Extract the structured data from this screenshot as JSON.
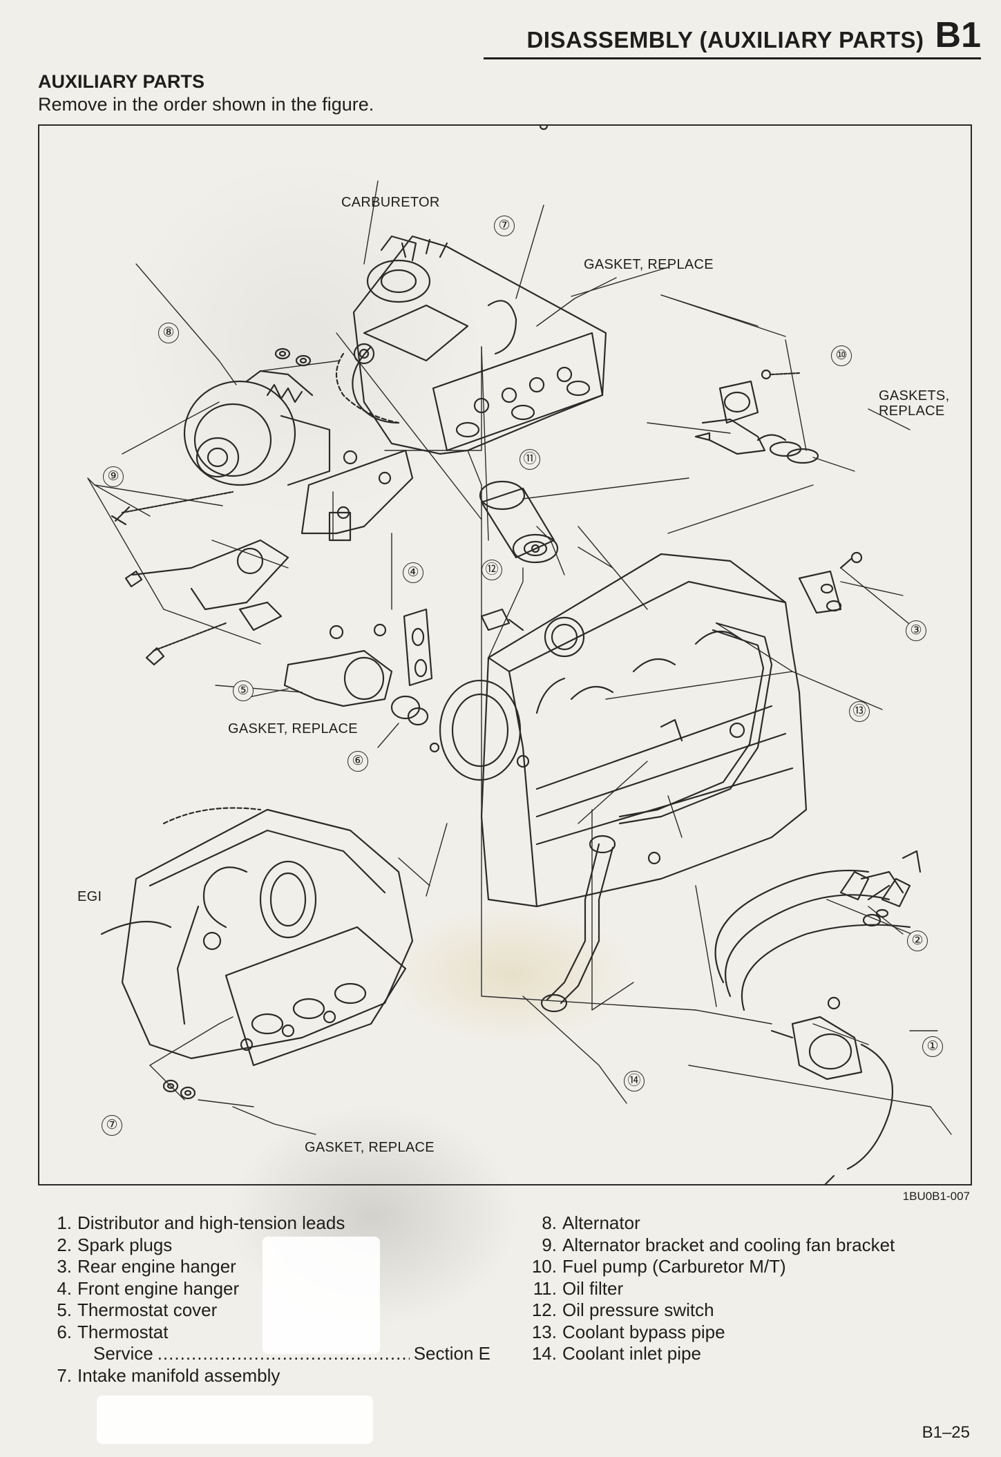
{
  "header": {
    "title": "DISASSEMBLY (AUXILIARY PARTS)",
    "code": "B1"
  },
  "section": {
    "title": "AUXILIARY PARTS",
    "intro": "Remove in the order shown in the figure."
  },
  "figure": {
    "labels": {
      "carburetor": "CARBURETOR",
      "gasket_replace_top": "GASKET, REPLACE",
      "gaskets_replace_1": "GASKETS,",
      "gaskets_replace_2": "REPLACE",
      "gasket_replace_mid": "GASKET, REPLACE",
      "egi": "EGI",
      "gasket_replace_bottom": "GASKET, REPLACE"
    },
    "callouts": {
      "c7_top": "⑦",
      "c8": "⑧",
      "c9": "⑨",
      "c10": "⑩",
      "c11": "⑪",
      "c12": "⑫",
      "c4": "④",
      "c3": "③",
      "c5": "⑤",
      "c6": "⑥",
      "c13": "⑬",
      "c2": "②",
      "c1": "①",
      "c14": "⑭",
      "c7_bottom": "⑦"
    },
    "code": "1BU0B1-007"
  },
  "parts_left": [
    {
      "num": "1.",
      "label": "Distributor and high-tension leads"
    },
    {
      "num": "2.",
      "label": "Spark plugs"
    },
    {
      "num": "3.",
      "label": "Rear engine hanger"
    },
    {
      "num": "4.",
      "label": "Front engine hanger"
    },
    {
      "num": "5.",
      "label": "Thermostat cover"
    },
    {
      "num": "6.",
      "label": "Thermostat"
    }
  ],
  "service": {
    "label": "Service",
    "ref": "Section E"
  },
  "part7": {
    "num": "7.",
    "label": "Intake manifold assembly"
  },
  "parts_right": [
    {
      "num": "8.",
      "label": "Alternator"
    },
    {
      "num": "9.",
      "label": "Alternator bracket and cooling fan bracket"
    },
    {
      "num": "10.",
      "label": "Fuel pump (Carburetor M/T)"
    },
    {
      "num": "11.",
      "label": "Oil filter"
    },
    {
      "num": "12.",
      "label": "Oil pressure switch"
    },
    {
      "num": "13.",
      "label": "Coolant bypass pipe"
    },
    {
      "num": "14.",
      "label": "Coolant inlet pipe"
    }
  ],
  "page_number": "B1–25"
}
